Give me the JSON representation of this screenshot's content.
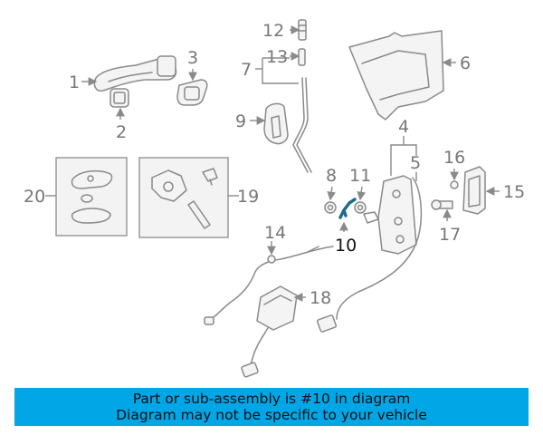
{
  "diagram": {
    "labels": {
      "p1": "1",
      "p2": "2",
      "p3": "3",
      "p4": "4",
      "p5": "5",
      "p6": "6",
      "p7": "7",
      "p8": "8",
      "p9": "9",
      "p10": "10",
      "p11": "11",
      "p12": "12",
      "p13": "13",
      "p14": "14",
      "p15": "15",
      "p16": "16",
      "p17": "17",
      "p18": "18",
      "p19": "19",
      "p20": "20"
    },
    "highlight_part": "10",
    "colors": {
      "line": "#8a8a8a",
      "highlight": "#1b6e8f",
      "banner": "#00a6e6"
    }
  },
  "banner": {
    "line1": "Part or sub-assembly is #10 in diagram",
    "line2": "Diagram may not be specific to your vehicle"
  }
}
